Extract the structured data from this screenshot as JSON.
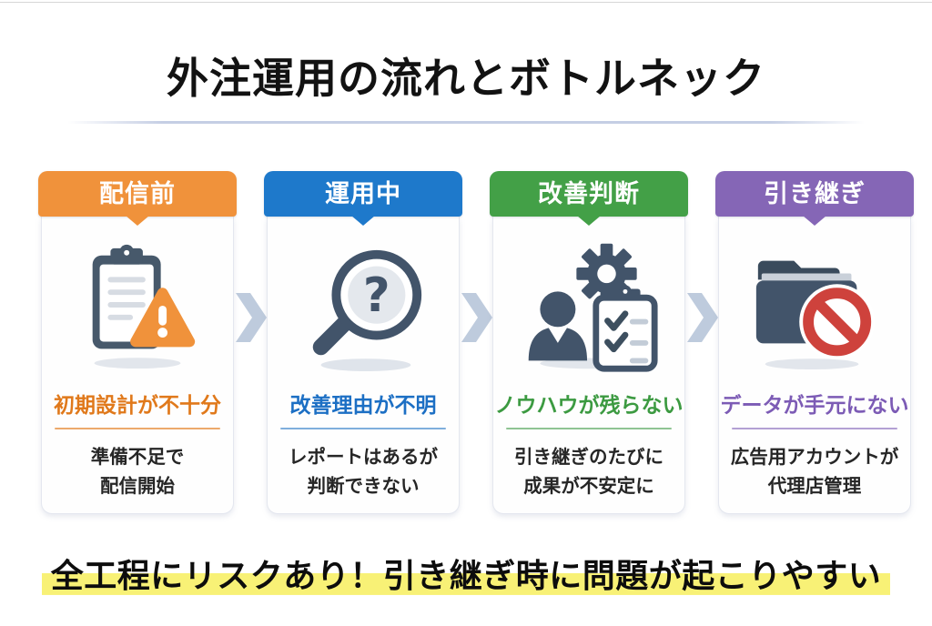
{
  "header": {
    "title": "外注運用の流れとボトルネック"
  },
  "steps": [
    {
      "label": "配信前",
      "accent_color": "#F0923B",
      "icon": "clipboard-warning-icon",
      "subtitle": "初期設計が不十分",
      "subtitle_color": "#E0791B",
      "description_lines": [
        "準備不足で",
        "配信開始"
      ]
    },
    {
      "label": "運用中",
      "accent_color": "#1E79CB",
      "icon": "magnifier-question-icon",
      "subtitle": "改善理由が不明",
      "subtitle_color": "#1C6FC4",
      "description_lines": [
        "レポートはあるが",
        "判断できない"
      ]
    },
    {
      "label": "改善判断",
      "accent_color": "#43A047",
      "icon": "person-gear-checklist-icon",
      "subtitle": "ノウハウが残らない",
      "subtitle_color": "#3C9A41",
      "description_lines": [
        "引き継ぎのたびに",
        "成果が不安定に"
      ]
    },
    {
      "label": "引き継ぎ",
      "accent_color": "#8566B6",
      "icon": "folder-blocked-icon",
      "subtitle": "データが手元にない",
      "subtitle_color": "#7C5BB5",
      "description_lines": [
        "広告用アカウントが",
        "代理店管理"
      ]
    }
  ],
  "arrow_icon": "chevron-right-icon",
  "arrow_color": "#BECBDD",
  "footer": {
    "text": "全工程にリスクあり！引き継ぎ時に問題が起こりやすい",
    "highlight_color": "#F8F176"
  }
}
